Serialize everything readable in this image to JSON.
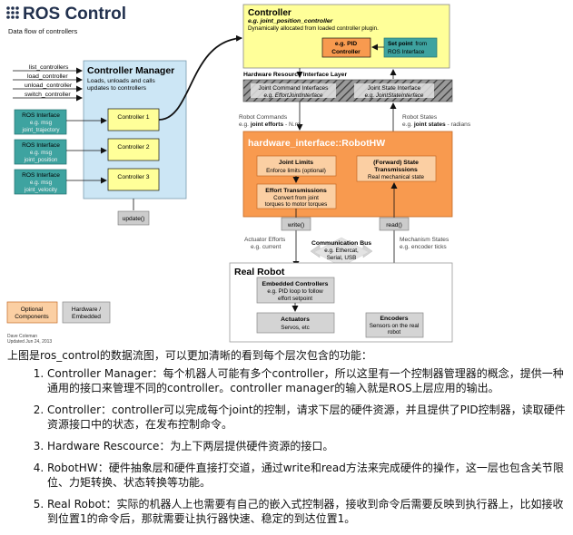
{
  "header": {
    "title": "ROS Control",
    "subtitle": "Data flow of controllers"
  },
  "left_topics": [
    "list_controllers",
    "load_controller",
    "unload_controller",
    "switch_controller"
  ],
  "ros_interfaces": [
    {
      "title": "ROS Interface",
      "l2": "e.g. msg",
      "l3": "joint_trajectory"
    },
    {
      "title": "ROS Interface",
      "l2": "e.g. msg",
      "l3": "joint_position"
    },
    {
      "title": "ROS Interface",
      "l2": "e.g. msg",
      "l3": "joint_velocity"
    }
  ],
  "manager": {
    "title": "Controller Manager",
    "l1": "Loads, unloads and calls",
    "l2": "updates to controllers",
    "controllers": [
      "Controller 1",
      "Controller 2",
      "Controller 3"
    ],
    "update": "update()"
  },
  "controller": {
    "title": "Controller",
    "l1": "e.g. joint_position_controller",
    "l2": "Dynamically allocated from loaded controller plugin.",
    "pid1": "e.g. PID",
    "pid2": "Controller",
    "setpoint_a": "Set point",
    "setpoint_b": "from",
    "setpoint_c": "ROS Interface"
  },
  "hw_layer": {
    "title": "Hardware Resource Interface Layer",
    "cmd1": "Joint Command Interfaces",
    "cmd2": "e.g. EffortJointInterface",
    "state1": "Joint State Interface",
    "state2": "e.g. JointStateInterface"
  },
  "robot_commands": {
    "l1": "Robot Commands",
    "l2a": "e.g. ",
    "l2b": "joint efforts",
    "l2c": " - N.m"
  },
  "robot_states": {
    "l1": "Robot States",
    "l2a": "e.g. ",
    "l2b": "joint states",
    "l2c": " - radians"
  },
  "robothw": {
    "title": "hardware_interface::RobotHW",
    "limits": {
      "t": "Joint Limits",
      "s": "Enforce limits (optional)"
    },
    "effort": {
      "t": "Effort Transmissions",
      "s1": "Convert from joint",
      "s2": "torques to motor torques"
    },
    "forward": {
      "t1": "(Forward) State",
      "t2": "Transmissions",
      "s": "Real mechanical state"
    },
    "write": "write()",
    "read": "read()"
  },
  "actuator_efforts": {
    "l1": "Actuator Efforts",
    "l2": "e.g. current"
  },
  "bus": {
    "l1": "Communication Bus",
    "l2": "e.g. Ethercat,",
    "l3": "Serial, USB"
  },
  "mech_states": {
    "l1": "Mechanism States",
    "l2": "e.g. encoder ticks"
  },
  "real_robot": {
    "title": "Real Robot",
    "embedded": {
      "t": "Embedded Controllers",
      "s1": "e.g. PID loop to follow",
      "s2": "effort setpoint"
    },
    "actuators": {
      "t": "Actuators",
      "s": "Servos, etc"
    },
    "encoders": {
      "t": "Encoders",
      "s1": "Sensors on the real",
      "s2": "robot"
    }
  },
  "legend": {
    "optional1": "Optional",
    "optional2": "Components",
    "hw1": "Hardware /",
    "hw2": "Embedded"
  },
  "credit": {
    "l1": "Dave Coleman",
    "l2": "Updated Jun 24, 2013"
  },
  "colors": {
    "orange": "#f89a4f",
    "light_orange": "#fbcfa3",
    "yellow": "#ffff99",
    "light_blue": "#cce6f5",
    "teal": "#3ea3a0",
    "grey": "#d4d4d4"
  },
  "caption": {
    "intro": "上图是ros_control的数据流图，可以更加清晰的看到每个层次包含的功能：",
    "items": [
      "Controller Manager：每个机器人可能有多个controller，所以这里有一个控制器管理器的概念，提供一种通用的接口来管理不同的controller。controller manager的输入就是ROS上层应用的输出。",
      "Controller：controller可以完成每个joint的控制，请求下层的硬件资源，并且提供了PID控制器，读取硬件资源接口中的状态，在发布控制命令。",
      "Hardware Rescource：为上下两层提供硬件资源的接口。",
      "RobotHW：硬件抽象层和硬件直接打交道，通过write和read方法来完成硬件的操作，这一层也包含关节限位、力矩转换、状态转换等功能。",
      "Real Robot：实际的机器人上也需要有自己的嵌入式控制器，接收到命令后需要反映到执行器上，比如接收到位置1的命令后，那就需要让执行器快速、稳定的到达位置1。"
    ]
  }
}
